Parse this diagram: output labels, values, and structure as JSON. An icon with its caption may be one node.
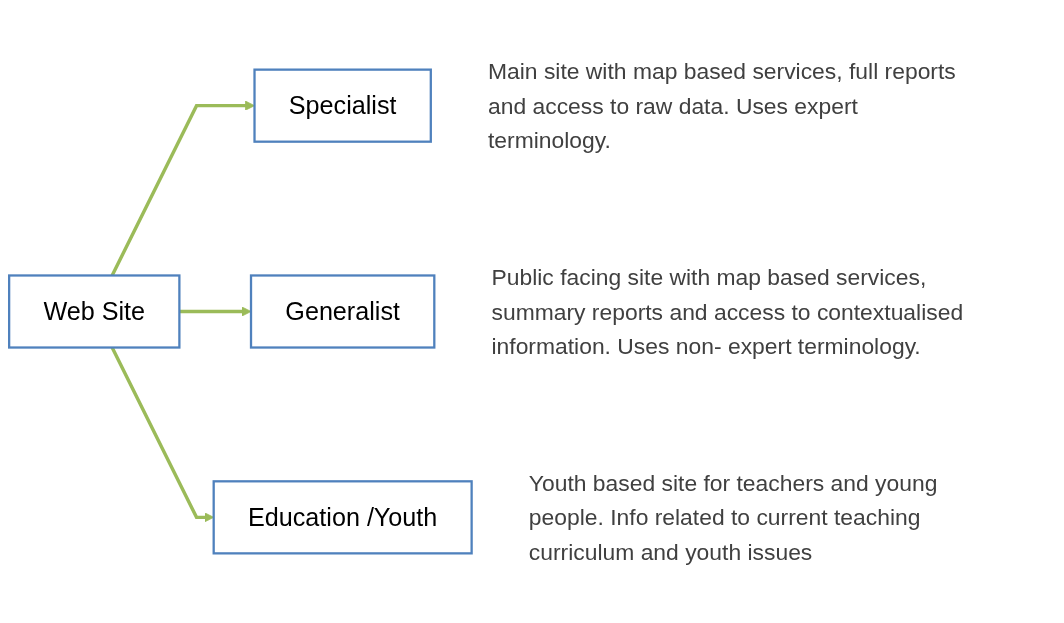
{
  "diagram": {
    "nodes": [
      {
        "text": [
          "Web Site"
        ]
      },
      {
        "text": [
          "Specialist"
        ],
        "beside": [
          "Main site with map based services, full reports and access to raw data. Uses expert terminology."
        ]
      },
      {
        "text": [
          "Generalist"
        ],
        "beside": [
          "Public facing site with map based services, summary reports and access to contextualised information. Uses non- expert terminology."
        ]
      },
      {
        "text": [
          "Education /Youth"
        ],
        "beside": [
          "Youth based site for teachers and young people. Info related to current teaching curriculum and youth issues"
        ]
      }
    ],
    "edges": [
      {
        "from": 0,
        "to": 1,
        "arrow": "to"
      },
      {
        "from": 0,
        "to": 2,
        "arrow": "to"
      },
      {
        "from": 0,
        "to": 3,
        "arrow": "to"
      }
    ]
  }
}
